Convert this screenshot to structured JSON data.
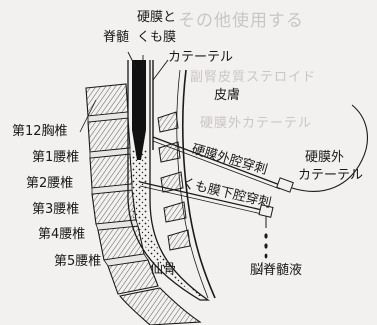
{
  "labels": {
    "dura_and_arachnoid_line1": "硬膜と",
    "dura_and_arachnoid_line2": "くも膜",
    "spinal_cord": "脊髄",
    "catheter": "カテーテル",
    "skin": "皮膚",
    "t12": "第12胸椎",
    "l1": "第1腰椎",
    "l2": "第2腰椎",
    "l3": "第3腰椎",
    "l4": "第4腰椎",
    "l5": "第5腰椎",
    "sacrum": "仙骨",
    "epidural_puncture": "硬膜外腔穿刺",
    "subarachnoid_puncture": "くも膜下腔穿刺",
    "epidural_catheter_line1": "硬膜外",
    "epidural_catheter_line2": "カテーテル",
    "csf": "脳脊髄液"
  },
  "background_text": {
    "line1": "その他使用する",
    "line2": "副腎皮質ステロイド",
    "line3": "硬膜外カテーテル"
  },
  "colors": {
    "ink": "#1a1a1a",
    "paper": "#f3f1ef",
    "spinal_cord": "#111111",
    "faint_text": "#c9c6c3"
  },
  "icons": {
    "needle": "needle-icon",
    "syringe": "syringe-icon",
    "csf_drop": "csf-drop-icon"
  }
}
